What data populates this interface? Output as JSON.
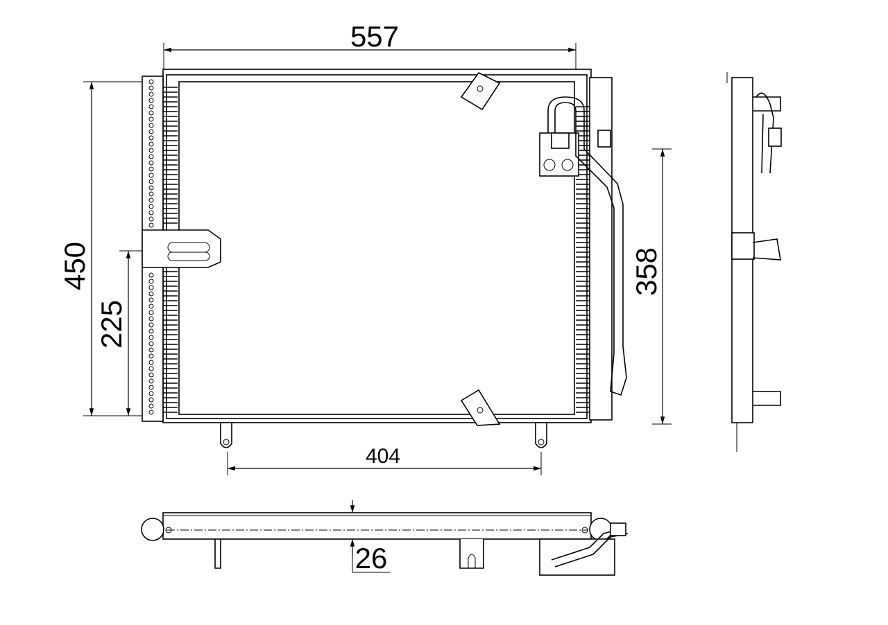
{
  "drawing": {
    "dimensions": {
      "width": "557",
      "height": "450",
      "half_height": "225",
      "side_height": "358",
      "mount_spacing": "404",
      "depth": "26"
    },
    "colors": {
      "line": "#000000",
      "background": "#ffffff"
    }
  }
}
